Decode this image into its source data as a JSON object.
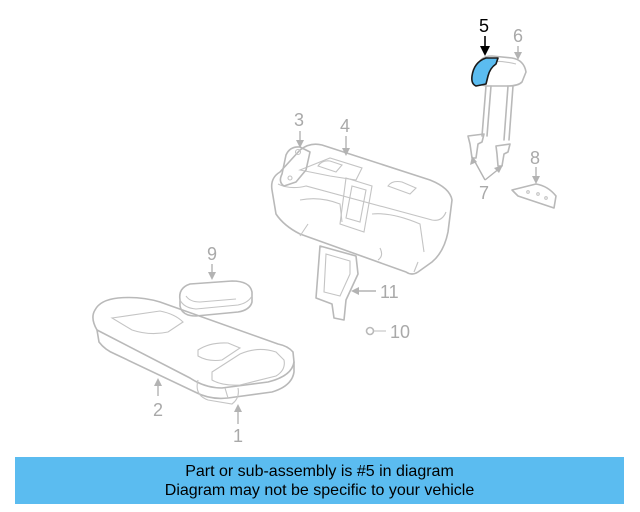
{
  "diagram": {
    "highlight_color": "#5bbcf0",
    "highlighted_part": "5",
    "callouts": [
      {
        "id": "c1",
        "label": "1"
      },
      {
        "id": "c2",
        "label": "2"
      },
      {
        "id": "c3",
        "label": "3"
      },
      {
        "id": "c4",
        "label": "4"
      },
      {
        "id": "c5",
        "label": "5"
      },
      {
        "id": "c6",
        "label": "6"
      },
      {
        "id": "c7",
        "label": "7"
      },
      {
        "id": "c8",
        "label": "8"
      },
      {
        "id": "c9",
        "label": "9"
      },
      {
        "id": "c10",
        "label": "10"
      },
      {
        "id": "c11",
        "label": "11"
      }
    ]
  },
  "banner": {
    "line1": "Part or sub-assembly is #5 in diagram",
    "line2": "Diagram may not be specific to your vehicle",
    "background": "#5bbcf0"
  }
}
